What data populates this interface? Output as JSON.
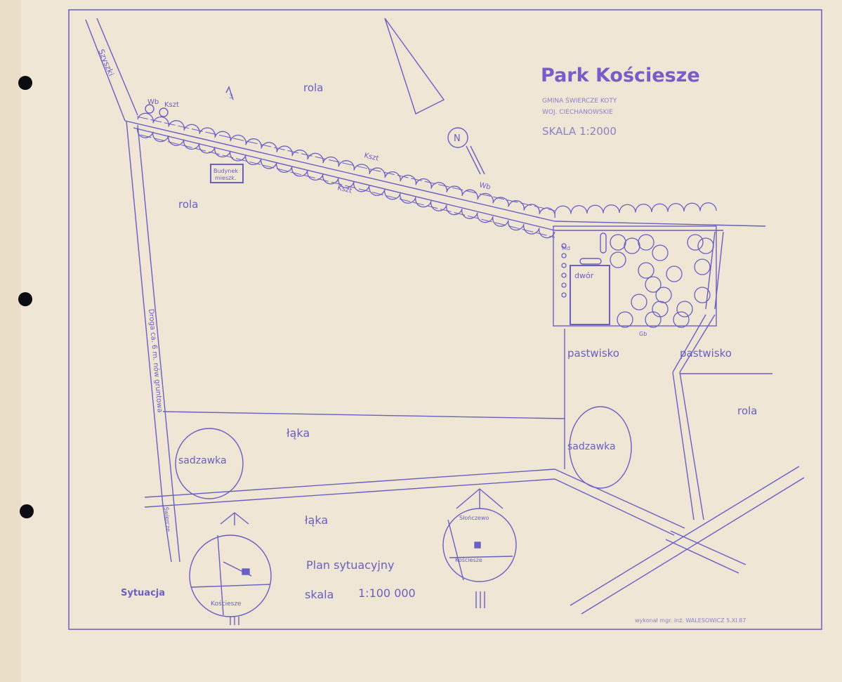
{
  "colors": {
    "paper": "#efe6d6",
    "ink": "#6a5fc4",
    "ink_dark": "#5a4ab3",
    "title": "#7a5cc8",
    "punch_hole": "#0b0b12"
  },
  "title": {
    "name": "Park Kościesze",
    "line1": "GMINA ŚWIERCZE KOTY",
    "line2": "WOJ. CIECHANOWSKIE",
    "scale": "SKALA 1:2000"
  },
  "labels": {
    "szyszki": "Szyszki",
    "wb1": "Wb",
    "kszt1": "Kszt",
    "kszt2": "Kszt",
    "kszt3": "Kszt",
    "wb2": "Wb",
    "three": "3",
    "rola_top": "rola",
    "rola_left": "rola",
    "rola_right": "rola",
    "budynek_line1": "Budynek",
    "budynek_line2": "mieszk.",
    "droga": "Droga ca. 6 m. nów gruntowa",
    "pastwisko_left": "pastwisko",
    "pastwisko_right": "pastwisko",
    "laka_top": "łąka",
    "laka_bottom": "łąka",
    "sadzawka_left": "sadzawka",
    "sadzawka_right": "sadzawka",
    "dwor": "dwór",
    "md": "Md",
    "gb": "Gb",
    "swierczek": "Świercze",
    "north": "N"
  },
  "inset_left": {
    "heading": "Sytuacja",
    "village": "Kościesze"
  },
  "inset_right": {
    "village_top": "Słończewo",
    "village_bottom": "Kościesze"
  },
  "plan": {
    "title": "Plan sytuacyjny",
    "scale_label": "skala",
    "scale_value": "1:100 000"
  },
  "footer": {
    "author": "wykonał mgr. inż. WALESOWICZ  5.XI.87"
  }
}
